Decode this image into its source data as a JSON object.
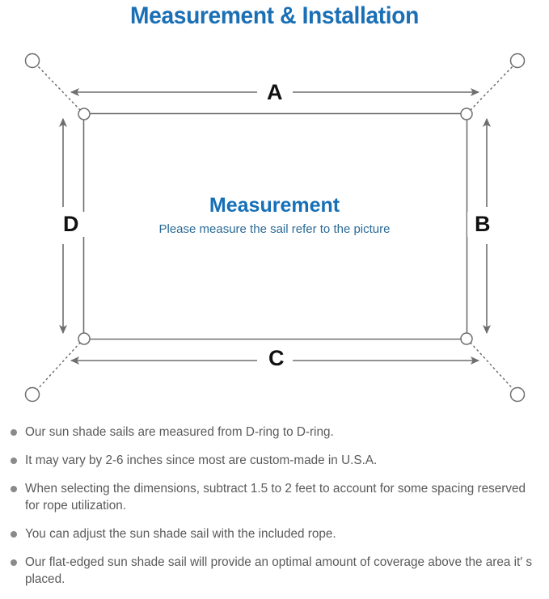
{
  "title": "Measurement & Installation",
  "diagram": {
    "center": {
      "heading": "Measurement",
      "subtext": "Please measure the sail refer to the picture"
    },
    "dimension_labels": {
      "top": "A",
      "right": "B",
      "bottom": "C",
      "left": "D"
    },
    "icons": {
      "anchor_point": "anchor-circle-icon",
      "d_ring": "d-ring-icon",
      "rope": "dotted-rope-line-icon",
      "dimension_arrow": "double-headed-arrow-icon"
    },
    "colors": {
      "title_blue": "#1b6fb5",
      "center_blue": "#1570b8",
      "subtext_blue": "#2a6a96",
      "line_gray": "#777777",
      "letter_black": "#111111",
      "bullet_gray": "#8a8a8a",
      "note_gray": "#5a5a5a"
    }
  },
  "notes": [
    "Our sun shade sails are measured from D-ring to D-ring.",
    "It may vary by 2-6 inches since most are custom-made in U.S.A.",
    "When selecting the dimensions, subtract 1.5 to 2 feet to account for some spacing reserved for rope utilization.",
    "You can adjust the sun shade sail with the included rope.",
    "Our flat-edged sun shade sail will provide an optimal amount of coverage above the area it′ s placed."
  ]
}
